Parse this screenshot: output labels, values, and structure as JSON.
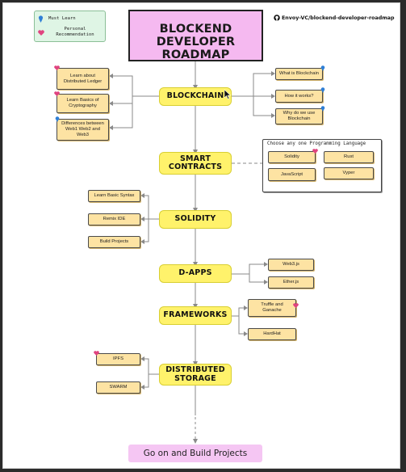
{
  "title": {
    "line1": "BLOCKEND",
    "line2": "DEVELOPER ROADMAP"
  },
  "legend": {
    "must_learn": "Must Learn",
    "personal": "Personal Recommendation",
    "must_learn_icon": "badge-icon",
    "personal_icon": "heart-icon"
  },
  "repo": "Envoy-VC/blockend-developer-roadmap",
  "nodes": {
    "blockchain": "BLOCKCHAIN",
    "smart_contracts": "SMART CONTRACTS",
    "solidity": "SOLIDITY",
    "dapps": "D-APPS",
    "frameworks": "FRAMEWORKS",
    "distributed_storage": "DISTRIBUTED STORAGE"
  },
  "blockchain_left": [
    "Learn about Distributed Ledger",
    "Learn Basics of Cryptography",
    "Differences between Web1 Web2 and Web3"
  ],
  "blockchain_right": [
    "What is Blockchain",
    "How it works?",
    "Why do we use Blockchain"
  ],
  "languages": {
    "title": "Choose any one Programming Language",
    "items": [
      "Solidity",
      "Rust",
      "JavaScript",
      "Vyper"
    ]
  },
  "solidity_items": [
    "Learn Basic Syntax",
    "Remix IDE",
    "Build Projects"
  ],
  "dapps_items": [
    "Web3.js",
    "Ether.js"
  ],
  "frameworks_items": [
    "Truffle and Ganache",
    "HardHat"
  ],
  "storage_items": [
    "IPFS",
    "SWARM"
  ],
  "final": "Go on and Build Projects",
  "colors": {
    "node": "#fff26b",
    "leaf": "#fde3a3",
    "title_bg": "#f5b9f0",
    "final_bg": "#f5c6f3",
    "legend_bg": "#dff5e5",
    "heart": "#e0447f",
    "pin": "#2f7fd6"
  }
}
